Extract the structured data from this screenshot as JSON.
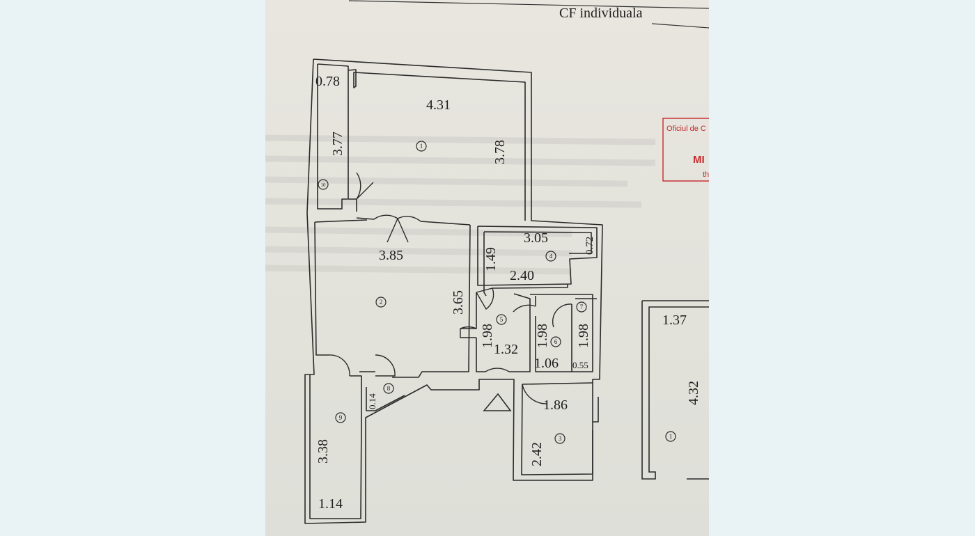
{
  "header": {
    "text": "CF individuala"
  },
  "stamp": {
    "line1": "Oficiul de C",
    "line2": "MI",
    "line3": "th",
    "color": "#c6282c"
  },
  "floorplan": {
    "dimensions": {
      "d_0_78": "0.78",
      "d_4_31": "4.31",
      "d_3_77": "3.77",
      "d_3_78": "3.78",
      "d_3_85": "3.85",
      "d_3_05": "3.05",
      "d_0_72": "0.72",
      "d_1_49": "1.49",
      "d_2_40": "2.40",
      "d_3_65": "3.65",
      "d_1_98_a": "1.98",
      "d_1_98_b": "1.98",
      "d_1_98_c": "1.98",
      "d_1_32": "1.32",
      "d_1_06": "1.06",
      "d_0_55": "0.55",
      "d_0_14": "0.14",
      "d_1_86": "1.86",
      "d_2_42": "2.42",
      "d_3_38": "3.38",
      "d_1_14": "1.14",
      "d_1_37": "1.37",
      "d_4_32": "4.32"
    },
    "room_numbers": {
      "r1": "1",
      "r2": "2",
      "r3": "3",
      "r4": "4",
      "r5": "5",
      "r6": "6",
      "r7": "7",
      "r8": "8",
      "r9": "9",
      "r10": "10",
      "r_side": "1"
    }
  }
}
